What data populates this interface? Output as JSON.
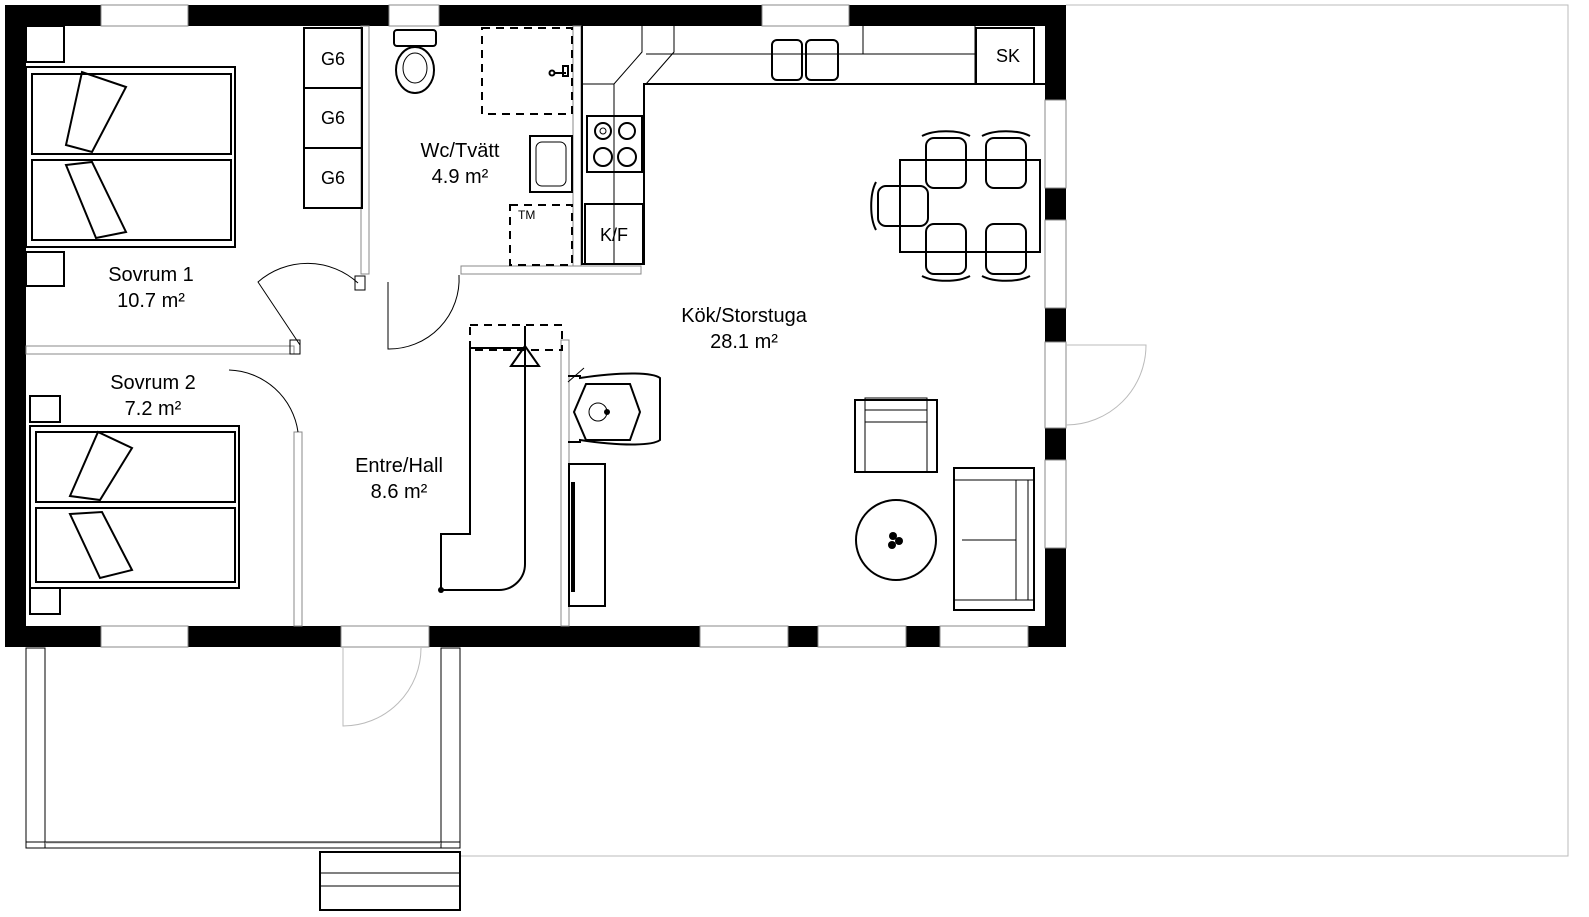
{
  "rooms": {
    "sovrum1": {
      "name": "Sovrum 1",
      "area": "10.7 m²"
    },
    "sovrum2": {
      "name": "Sovrum 2",
      "area": "7.2 m²"
    },
    "wc": {
      "name": "Wc/Tvätt",
      "area": "4.9 m²"
    },
    "entre": {
      "name": "Entre/Hall",
      "area": "8.6 m²"
    },
    "kok": {
      "name": "Kök/Storstuga",
      "area": "28.1 m²"
    }
  },
  "fixtures": {
    "wardrobe": [
      "G6",
      "G6",
      "G6"
    ],
    "fridge": "K/F",
    "cabinet": "SK",
    "dryer": "TM"
  }
}
